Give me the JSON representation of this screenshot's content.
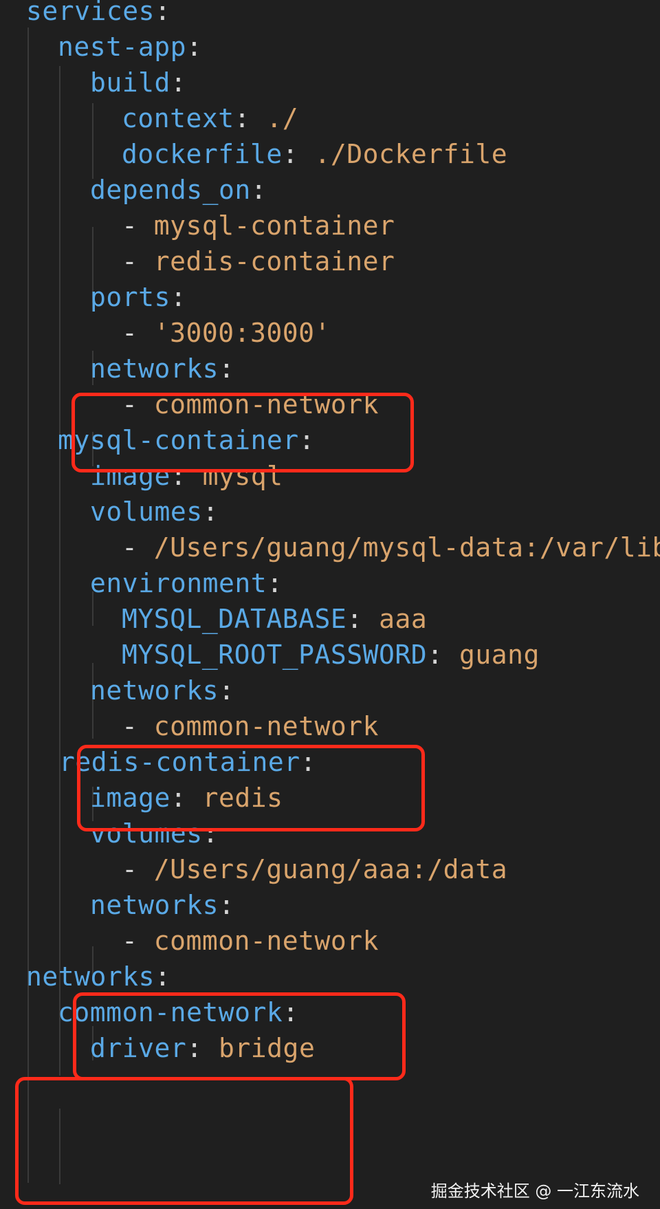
{
  "code": {
    "lines": [
      {
        "key": "services",
        "sep": ":",
        "value": ""
      },
      {
        "key": "nest-app",
        "sep": ":",
        "value": ""
      },
      {
        "key": "build",
        "sep": ":",
        "value": ""
      },
      {
        "key": "context",
        "sep": ":",
        "value": " ./"
      },
      {
        "key": "dockerfile",
        "sep": ":",
        "value": " ./Dockerfile"
      },
      {
        "key": "depends_on",
        "sep": ":",
        "value": ""
      },
      {
        "key": "",
        "sep": "- ",
        "value": "mysql-container"
      },
      {
        "key": "",
        "sep": "- ",
        "value": "redis-container"
      },
      {
        "key": "ports",
        "sep": ":",
        "value": ""
      },
      {
        "key": "",
        "sep": "- ",
        "value": "'3000:3000'"
      },
      {
        "key": "networks",
        "sep": ":",
        "value": ""
      },
      {
        "key": "",
        "sep": "- ",
        "value": "common-network"
      },
      {
        "key": "mysql-container",
        "sep": ":",
        "value": ""
      },
      {
        "key": "image",
        "sep": ":",
        "value": " mysql"
      },
      {
        "key": "volumes",
        "sep": ":",
        "value": ""
      },
      {
        "key": "",
        "sep": "- ",
        "value": "/Users/guang/mysql-data:/var/lib"
      },
      {
        "key": "environment",
        "sep": ":",
        "value": ""
      },
      {
        "key": "MYSQL_DATABASE",
        "sep": ":",
        "value": " aaa"
      },
      {
        "key": "MYSQL_ROOT_PASSWORD",
        "sep": ":",
        "value": " guang"
      },
      {
        "key": "networks",
        "sep": ":",
        "value": ""
      },
      {
        "key": "",
        "sep": "- ",
        "value": "common-network"
      },
      {
        "key": "redis-container",
        "sep": ":",
        "value": ""
      },
      {
        "key": "image",
        "sep": ":",
        "value": " redis"
      },
      {
        "key": "volumes",
        "sep": ":",
        "value": ""
      },
      {
        "key": "",
        "sep": "- ",
        "value": "/Users/guang/aaa:/data"
      },
      {
        "key": "networks",
        "sep": ":",
        "value": ""
      },
      {
        "key": "",
        "sep": "- ",
        "value": "common-network"
      },
      {
        "key": "networks",
        "sep": ":",
        "value": ""
      },
      {
        "key": "common-network",
        "sep": ":",
        "value": ""
      },
      {
        "key": "driver",
        "sep": ":",
        "value": " bridge"
      }
    ]
  },
  "watermark": "掘金技术社区 @ 一江东流水",
  "colors": {
    "background": "#1f1f1f",
    "key": "#5aa9e6",
    "value": "#d9a46c",
    "highlight": "#ff2a1a"
  }
}
